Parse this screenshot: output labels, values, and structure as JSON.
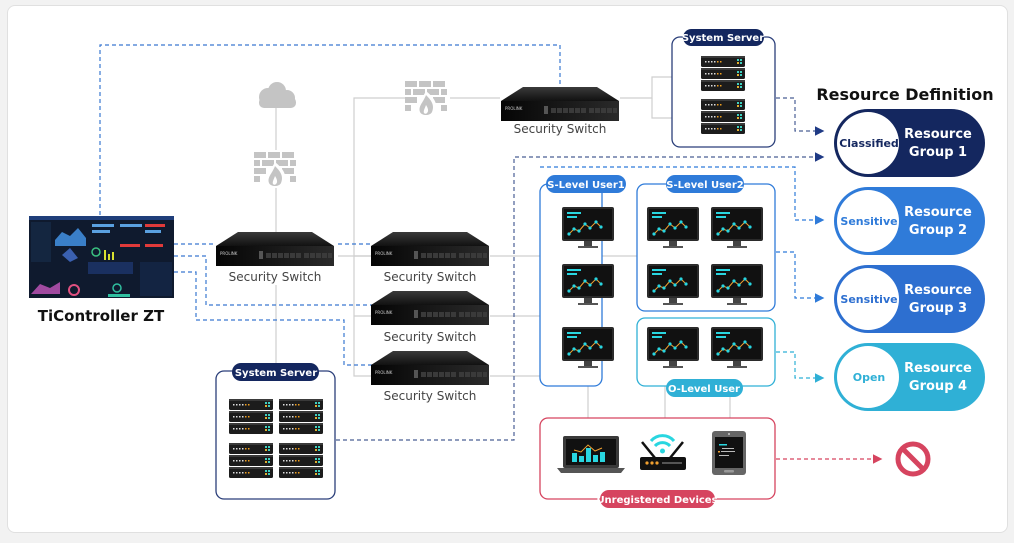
{
  "controller": {
    "label": "TiController ZT"
  },
  "switches": [
    {
      "id": "left",
      "label": "Security Switch",
      "brand": "PROLINK"
    },
    {
      "id": "top",
      "label": "Security Switch",
      "brand": "PROLINK"
    },
    {
      "id": "mid1",
      "label": "Security Switch",
      "brand": "PROLINK"
    },
    {
      "id": "mid2",
      "label": "Security Switch",
      "brand": "PROLINK"
    },
    {
      "id": "mid3",
      "label": "Security Switch",
      "brand": "PROLINK"
    }
  ],
  "servers": {
    "top": {
      "label": "System Server"
    },
    "bottom": {
      "label": "System Server"
    }
  },
  "user_groups": {
    "s1": {
      "label": "S-Level User1"
    },
    "s2": {
      "label": "S-Level User2"
    },
    "o": {
      "label": "O-Level User"
    },
    "unregistered": {
      "label": "Unregistered Devices"
    }
  },
  "resource_definition": {
    "title": "Resource Definition",
    "groups": [
      {
        "category": "Classified",
        "name_line1": "Resource",
        "name_line2": "Group 1",
        "color": "#14275f"
      },
      {
        "category": "Sensitive",
        "name_line1": "Resource",
        "name_line2": "Group 2",
        "color": "#2f7bd9"
      },
      {
        "category": "Sensitive",
        "name_line1": "Resource",
        "name_line2": "Group 3",
        "color": "#2d6fd0"
      },
      {
        "category": "Open",
        "name_line1": "Resource",
        "name_line2": "Group 4",
        "color": "#2fb0d6"
      }
    ]
  },
  "icons": {
    "cloud": "cloud-icon",
    "firewall": "firewall-icon",
    "blocked": "blocked-icon",
    "laptop": "laptop-icon",
    "router": "wifi-router-icon",
    "tablet": "tablet-icon",
    "monitor": "monitor-icon",
    "server": "server-rack-icon"
  },
  "colors": {
    "navy": "#14275f",
    "blue": "#2f7bd9",
    "cyan": "#2fb0d6",
    "red": "#d6445f",
    "gray_line": "#cfcfcf",
    "dash_blue": "#3a78d0"
  }
}
